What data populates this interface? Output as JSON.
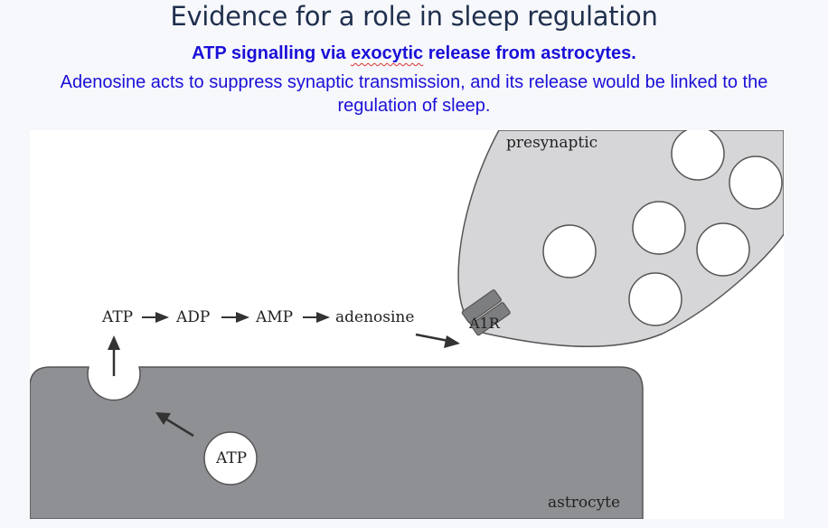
{
  "slide": {
    "title": "Evidence for a role in sleep regulation",
    "subtitle_before": "ATP signalling via ",
    "subtitle_highlight": "exocytic",
    "subtitle_after": " release from astrocytes.",
    "body": "Adenosine acts to suppress synaptic transmission, and its release would be linked to the regulation of sleep."
  },
  "diagram": {
    "presynaptic_label": "presynaptic",
    "astrocyte_label": "astrocyte",
    "receptor_label": "A1R",
    "vesicle_label": "ATP",
    "pathway": [
      "ATP",
      "ADP",
      "AMP",
      "adenosine"
    ],
    "colors": {
      "presynaptic_fill": "#d6d6d8",
      "astrocyte_fill": "#8f9093",
      "receptor_fill": "#7d7e80",
      "outline": "#555555"
    }
  }
}
